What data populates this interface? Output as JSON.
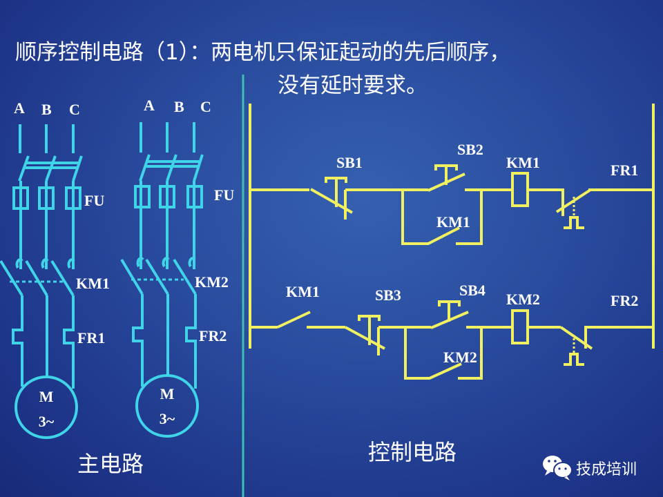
{
  "title": {
    "line1": "顺序控制电路（1）：两电机只保证起动的先后顺序，",
    "line2": "没有延时要求。"
  },
  "main_circuit": {
    "caption": "主电路",
    "motors": [
      {
        "phases": [
          "A",
          "B",
          "C"
        ],
        "fuse": "FU",
        "contactor": "KM1",
        "relay": "FR1",
        "motor_top": "M",
        "motor_bottom": "3~"
      },
      {
        "phases": [
          "A",
          "B",
          "C"
        ],
        "fuse": "FU",
        "contactor": "KM2",
        "relay": "FR2",
        "motor_top": "M",
        "motor_bottom": "3~"
      }
    ]
  },
  "control_circuit": {
    "caption": "控制电路",
    "row1": {
      "stop": "SB1",
      "start": "SB2",
      "hold": "KM1",
      "coil": "KM1",
      "relay": "FR1"
    },
    "row2": {
      "interlock": "KM1",
      "stop": "SB3",
      "start": "SB4",
      "hold": "KM2",
      "coil": "KM2",
      "relay": "FR2"
    }
  },
  "watermark": {
    "text": "技成培训",
    "icon": "wechat-icon"
  },
  "colors": {
    "main_wire": "#3fd4e8",
    "control_wire": "#f0f060",
    "background": "#2a4c9e"
  }
}
